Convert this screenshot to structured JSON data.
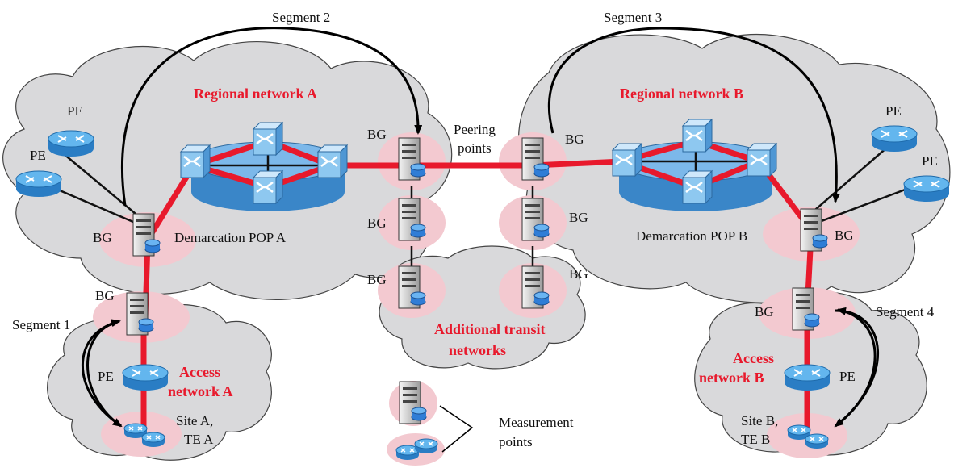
{
  "labels": {
    "segment_1": "Segment 1",
    "segment_2": "Segment 2",
    "segment_3": "Segment 3",
    "segment_4": "Segment 4",
    "regional_a": "Regional network A",
    "regional_b": "Regional network B",
    "peering_l1": "Peering",
    "peering_l2": "points",
    "demarc_a": "Demarcation POP A",
    "demarc_b": "Demarcation POP B",
    "transit_l1": "Additional transit",
    "transit_l2": "networks",
    "access_a_l1": "Access",
    "access_a_l2": "network A",
    "access_b_l1": "Access",
    "access_b_l2": "network B",
    "site_a_l1": "Site A,",
    "site_a_l2": "TE A",
    "site_b_l1": "Site B,",
    "site_b_l2": "TE B",
    "measurement_l1": "Measurement",
    "measurement_l2": "points",
    "bg": "BG",
    "pe": "PE"
  },
  "colors": {
    "cloud_fill": "#d9d9db",
    "measurement_halo": "#f3c9d0",
    "red_link": "#e8192c",
    "core_disc": "#7cb8ea",
    "router_blue": "#4aa3df",
    "switch_blue": "#8ec8f0"
  }
}
